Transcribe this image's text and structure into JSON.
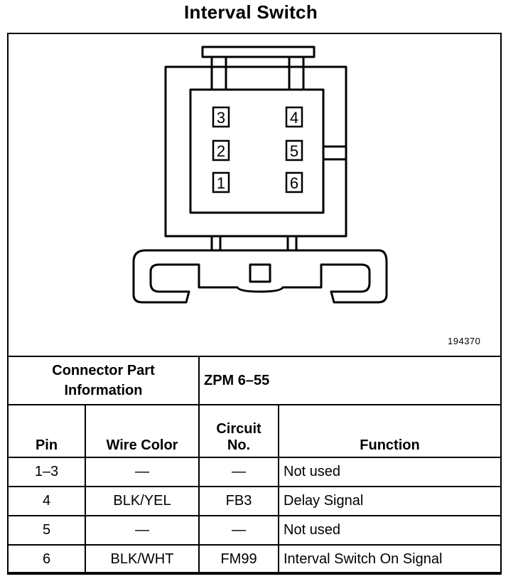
{
  "title": "Interval Switch",
  "figure_id": "194370",
  "connector": {
    "pins_left": [
      "3",
      "2",
      "1"
    ],
    "pins_right": [
      "4",
      "5",
      "6"
    ]
  },
  "table": {
    "connector_part_label_line1": "Connector Part",
    "connector_part_label_line2": "Information",
    "connector_part_value": "ZPM 6–55",
    "headers": {
      "pin": "Pin",
      "wire_color": "Wire Color",
      "circuit_line1": "Circuit",
      "circuit_line2": "No.",
      "function": "Function"
    },
    "rows": [
      {
        "pin": "1–3",
        "wire": "—",
        "circuit": "—",
        "function": "Not used"
      },
      {
        "pin": "4",
        "wire": "BLK/YEL",
        "circuit": "FB3",
        "function": "Delay Signal"
      },
      {
        "pin": "5",
        "wire": "—",
        "circuit": "—",
        "function": "Not used"
      },
      {
        "pin": "6",
        "wire": "BLK/WHT",
        "circuit": "FM99",
        "function": "Interval Switch On Signal"
      }
    ]
  }
}
